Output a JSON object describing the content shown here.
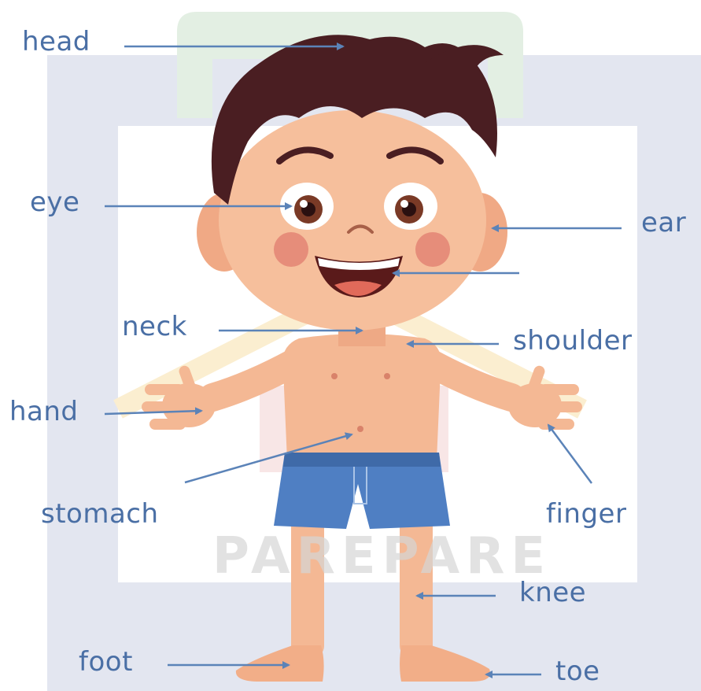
{
  "diagram": {
    "labels": {
      "head": "head",
      "eye": "eye",
      "ear": "ear",
      "neck": "neck",
      "shoulder": "shoulder",
      "hand": "hand",
      "stomach": "stomach",
      "finger": "finger",
      "knee": "knee",
      "foot": "foot",
      "toe": "toe"
    },
    "watermark": "PAREPARE"
  },
  "colors": {
    "label": "#4a6fa5",
    "arrow": "#5b83b8",
    "skin": "#f4b894",
    "hair": "#4a1e22",
    "shorts": "#4f7fc3"
  }
}
